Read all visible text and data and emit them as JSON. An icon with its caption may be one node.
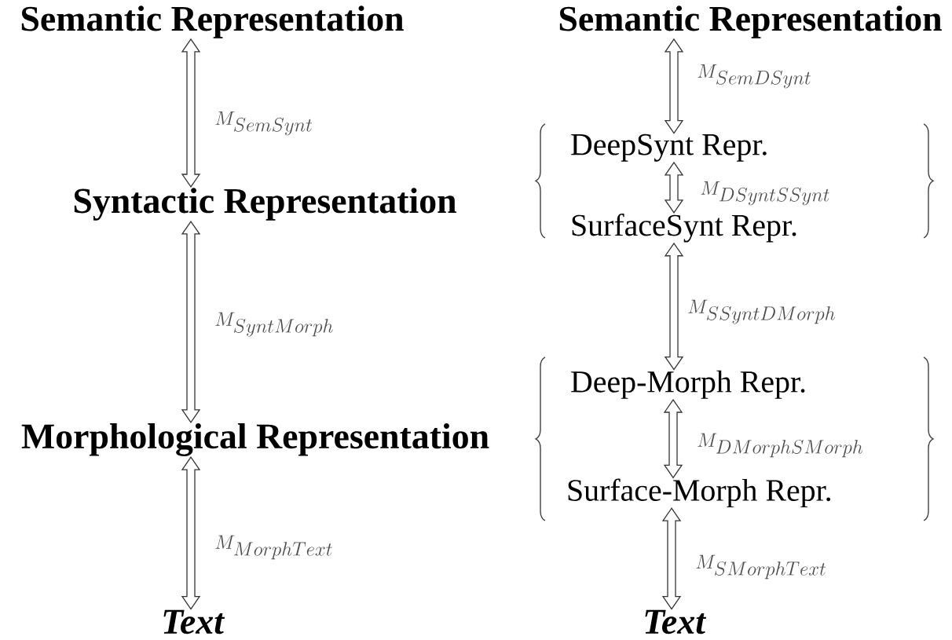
{
  "diagram": {
    "nodes": [
      {
        "text": [
          "Semantic Representation"
        ]
      },
      {
        "text": [
          "Syntactic Representation"
        ]
      },
      {
        "text": [
          "Morphological Representation"
        ]
      },
      {
        "text": [
          "Text"
        ]
      },
      {
        "text": [
          "Semantic Representation"
        ]
      },
      {
        "text": [],
        "shape": "brace"
      },
      {
        "text": [
          "DeepSynt Repr."
        ],
        "in": 5
      },
      {
        "text": [
          "SurfaceSynt Repr."
        ],
        "in": 5
      },
      {
        "text": [],
        "shape": "brace"
      },
      {
        "text": [
          "Deep-Morph Repr."
        ],
        "in": 8
      },
      {
        "text": [
          "Surface-Morph Repr."
        ],
        "in": 8
      },
      {
        "text": [
          "Text"
        ]
      }
    ],
    "edges": [
      {
        "from": 0,
        "to": 1,
        "arrow": "both",
        "label": "M_{SemSynt}"
      },
      {
        "from": 1,
        "to": 2,
        "arrow": "both",
        "label": "M_{SyntMorph}"
      },
      {
        "from": 2,
        "to": 3,
        "arrow": "both",
        "label": "M_{MorphText}"
      },
      {
        "from": 4,
        "to": 6,
        "arrow": "both",
        "label": "M_{SemDSynt}"
      },
      {
        "from": 6,
        "to": 7,
        "arrow": "both",
        "label": "M_{DSyntSSynt}"
      },
      {
        "from": 7,
        "to": 9,
        "arrow": "both",
        "label": "M_{SSyntDMorph}"
      },
      {
        "from": 9,
        "to": 10,
        "arrow": "both",
        "label": "M_{DMorphSMorph}"
      },
      {
        "from": 10,
        "to": 11,
        "arrow": "both",
        "label": "M_{SMorphText}"
      }
    ]
  }
}
